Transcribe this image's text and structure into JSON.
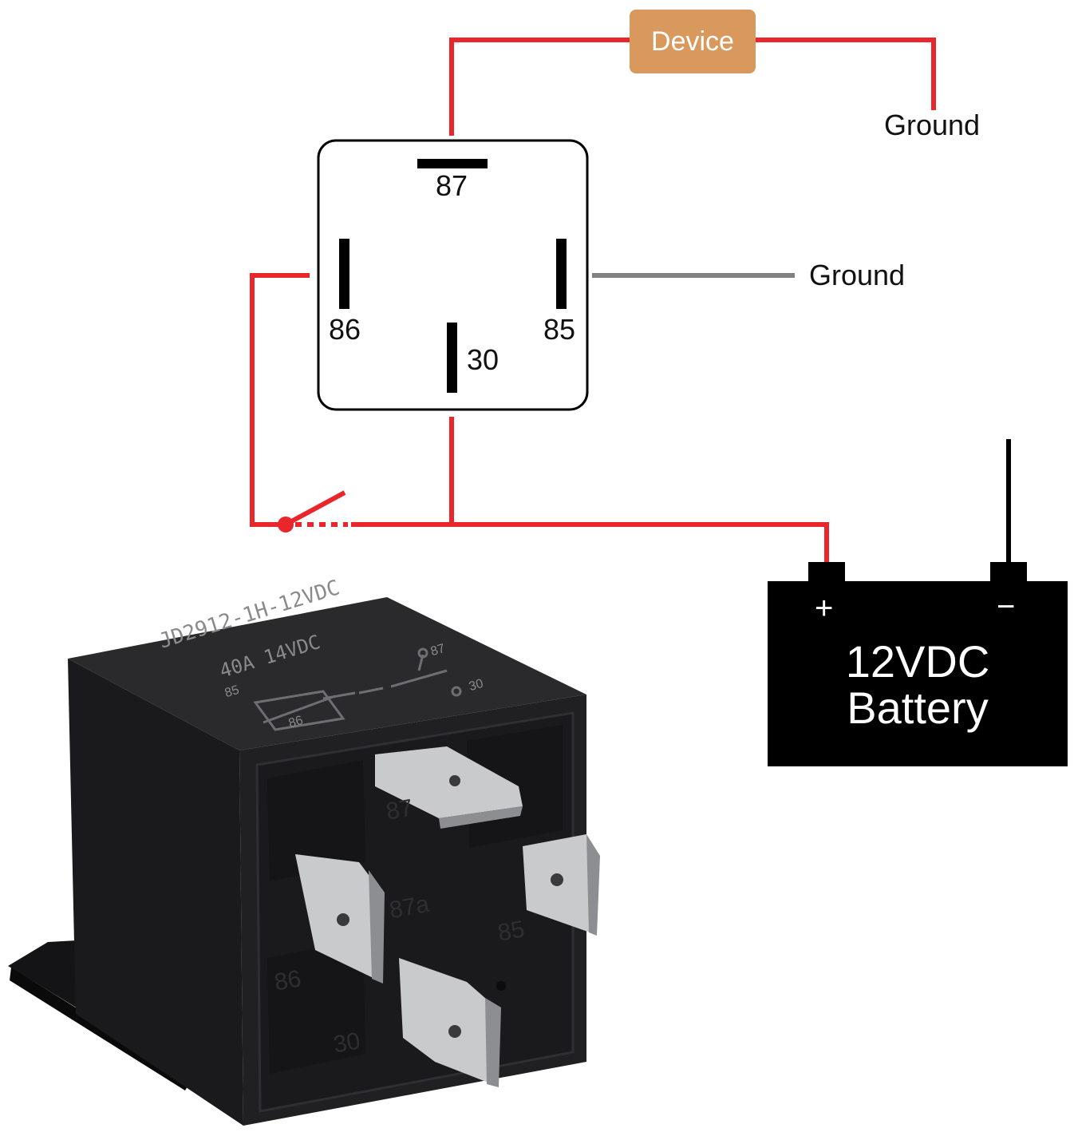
{
  "colors": {
    "wire_hot": "#e8262b",
    "wire_ground": "#808080",
    "device_fill": "#d9995c",
    "relay_body": "#1c1c1e",
    "terminal_metal": "#c9cacc"
  },
  "device": {
    "label": "Device"
  },
  "ground_top": {
    "label": "Ground"
  },
  "ground_mid": {
    "label": "Ground"
  },
  "relay_pins": {
    "p87": "87",
    "p86": "86",
    "p85": "85",
    "p30": "30"
  },
  "battery": {
    "plus": "+",
    "minus": "−",
    "line1": "12VDC",
    "line2": "Battery"
  },
  "photo": {
    "model_line": "JD2912-1H-12VDC",
    "rating_line": "40A  14VDC",
    "schematic_pins": [
      "85",
      "86",
      "87",
      "30"
    ],
    "base_pins": [
      "87",
      "87a",
      "85",
      "86",
      "30"
    ]
  }
}
